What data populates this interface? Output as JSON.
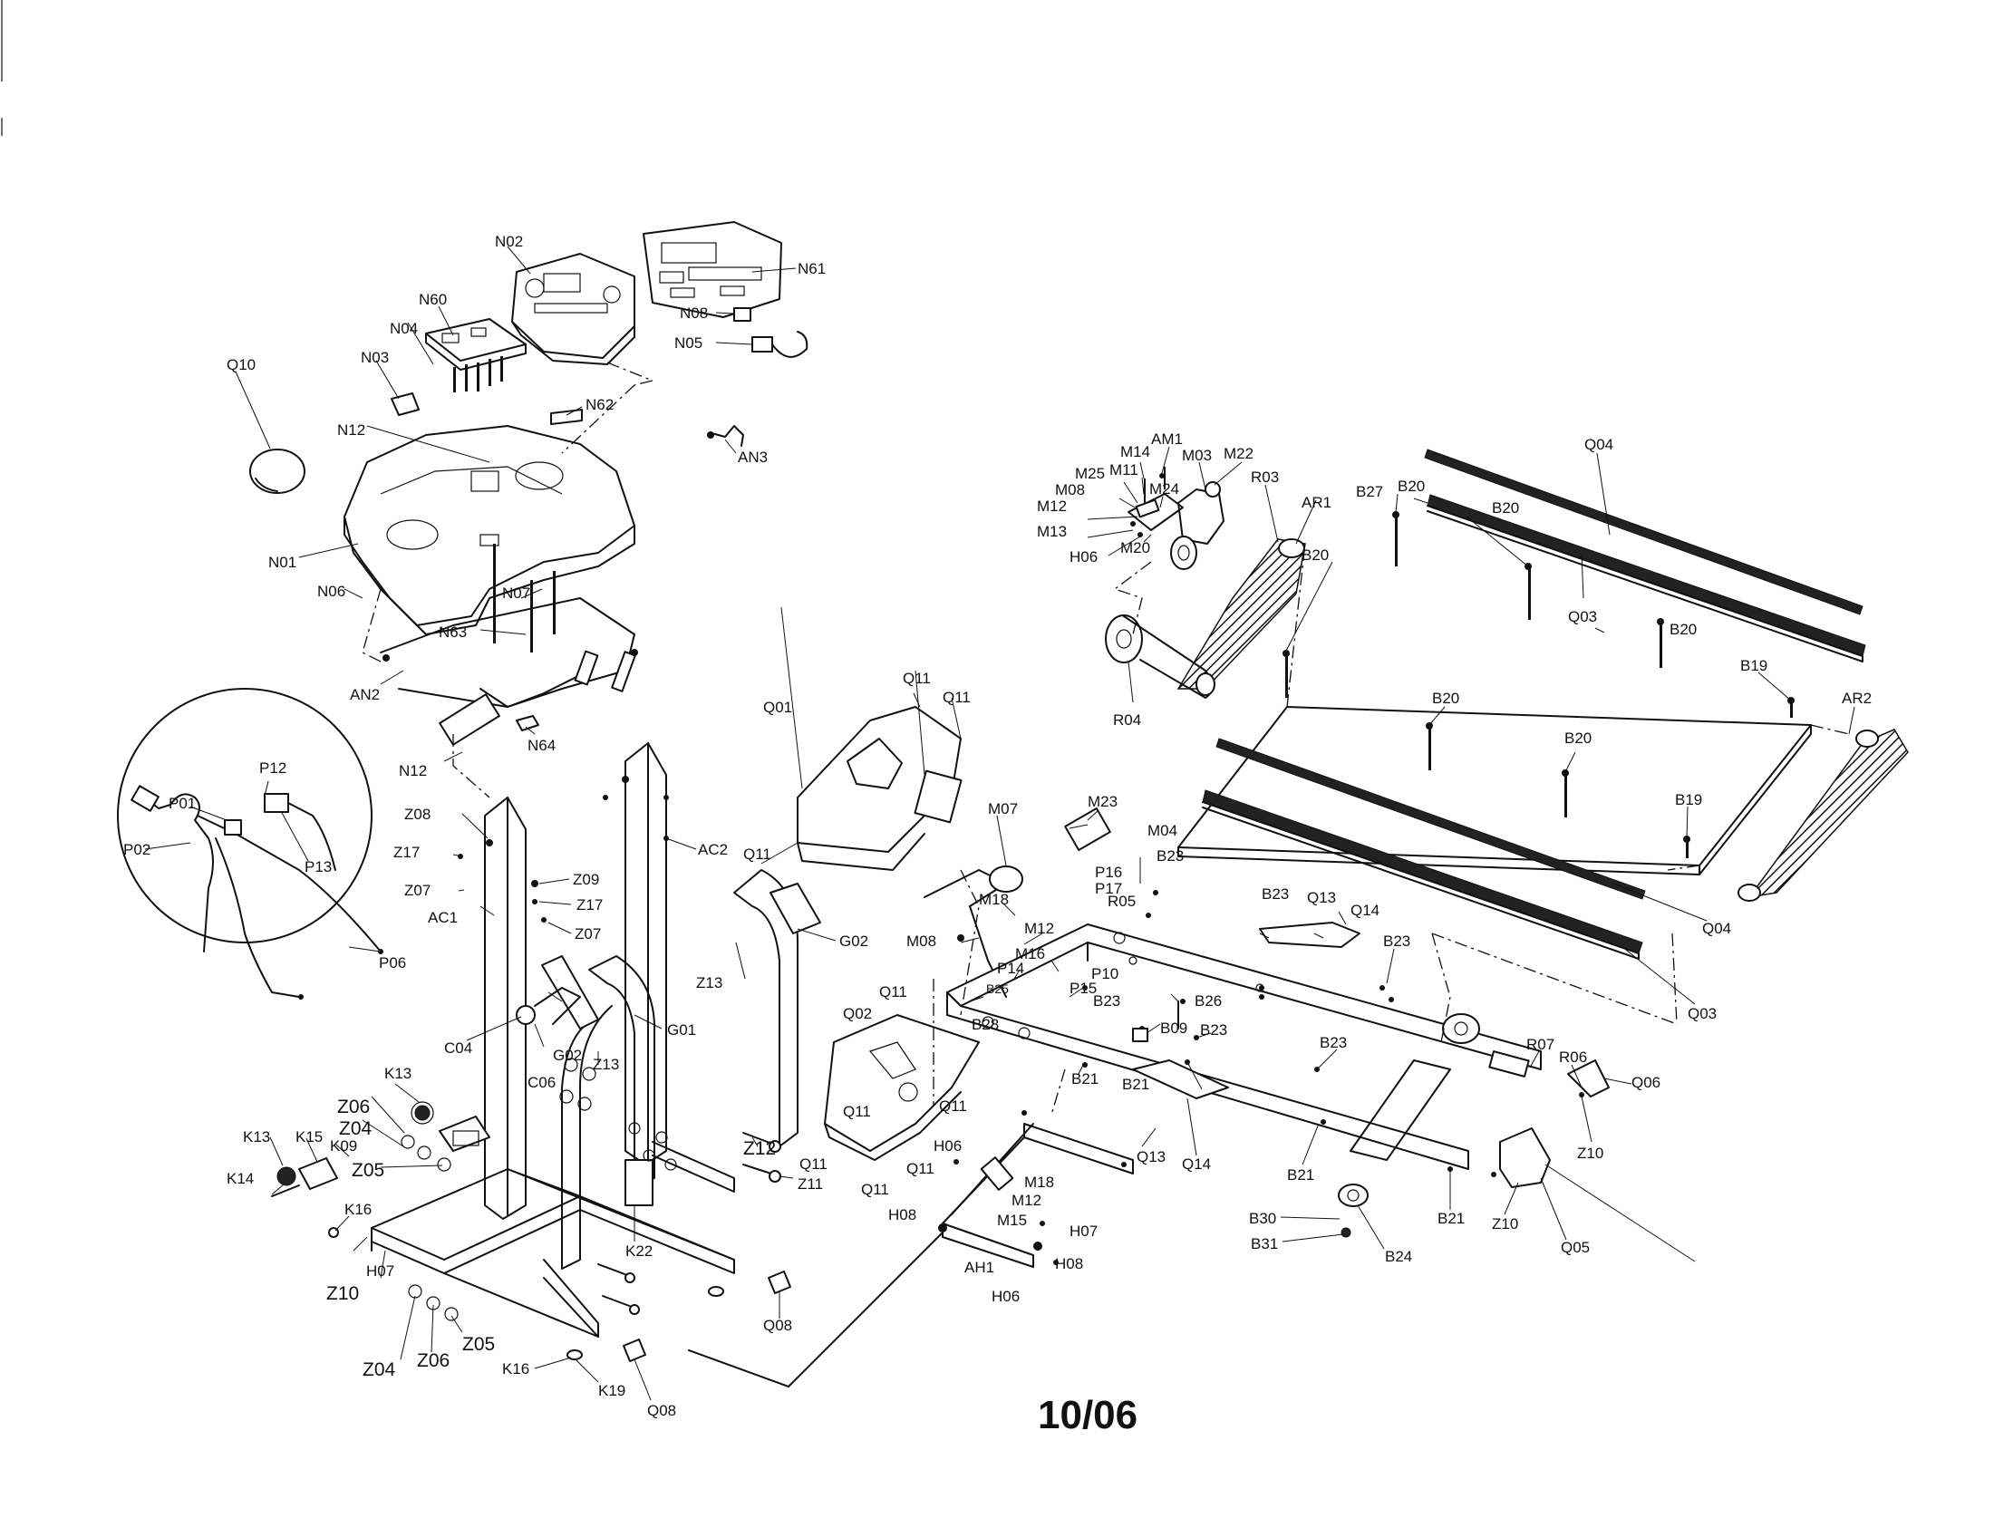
{
  "figure": {
    "footer_text": "10/06"
  },
  "labels": [
    {
      "id": "N02",
      "text": "N02"
    },
    {
      "id": "N61",
      "text": "N61"
    },
    {
      "id": "N60",
      "text": "N60"
    },
    {
      "id": "N04",
      "text": "N04"
    },
    {
      "id": "N03",
      "text": "N03"
    },
    {
      "id": "Q10",
      "text": "Q10"
    },
    {
      "id": "N12a",
      "text": "N12"
    },
    {
      "id": "N62",
      "text": "N62"
    },
    {
      "id": "N08",
      "text": "N08"
    },
    {
      "id": "N05",
      "text": "N05"
    },
    {
      "id": "AN3",
      "text": "AN3"
    },
    {
      "id": "N01",
      "text": "N01"
    },
    {
      "id": "N06",
      "text": "N06"
    },
    {
      "id": "N07",
      "text": "N07"
    },
    {
      "id": "N63",
      "text": "N63"
    },
    {
      "id": "AN2",
      "text": "AN2"
    },
    {
      "id": "N12b",
      "text": "N12"
    },
    {
      "id": "N64",
      "text": "N64"
    },
    {
      "id": "P12",
      "text": "P12"
    },
    {
      "id": "P01",
      "text": "P01"
    },
    {
      "id": "P02",
      "text": "P02"
    },
    {
      "id": "P13",
      "text": "P13"
    },
    {
      "id": "P06",
      "text": "P06"
    },
    {
      "id": "Z08",
      "text": "Z08"
    },
    {
      "id": "Z17a",
      "text": "Z17"
    },
    {
      "id": "Z07a",
      "text": "Z07"
    },
    {
      "id": "AC1",
      "text": "AC1"
    },
    {
      "id": "Z09",
      "text": "Z09"
    },
    {
      "id": "Z17b",
      "text": "Z17"
    },
    {
      "id": "Z07b",
      "text": "Z07"
    },
    {
      "id": "AC2",
      "text": "AC2"
    },
    {
      "id": "C04",
      "text": "C04"
    },
    {
      "id": "G02a",
      "text": "G02"
    },
    {
      "id": "C06",
      "text": "C06"
    },
    {
      "id": "Z13a",
      "text": "Z13"
    },
    {
      "id": "G01",
      "text": "G01"
    },
    {
      "id": "Z13b",
      "text": "Z13"
    },
    {
      "id": "G02b",
      "text": "G02"
    },
    {
      "id": "K13a",
      "text": "K13"
    },
    {
      "id": "Z06a",
      "text": "Z06"
    },
    {
      "id": "Z04a",
      "text": "Z04"
    },
    {
      "id": "K09",
      "text": "K09"
    },
    {
      "id": "K15",
      "text": "K15"
    },
    {
      "id": "K13b",
      "text": "K13"
    },
    {
      "id": "K14",
      "text": "K14"
    },
    {
      "id": "Z05a",
      "text": "Z05"
    },
    {
      "id": "K16a",
      "text": "K16"
    },
    {
      "id": "Z10a",
      "text": "Z10"
    },
    {
      "id": "H07a",
      "text": "H07"
    },
    {
      "id": "K22",
      "text": "K22"
    },
    {
      "id": "Z12",
      "text": "Z12"
    },
    {
      "id": "Z11",
      "text": "Z11"
    },
    {
      "id": "Q08a",
      "text": "Q08"
    },
    {
      "id": "Z04b",
      "text": "Z04"
    },
    {
      "id": "Z06b",
      "text": "Z06"
    },
    {
      "id": "Z05b",
      "text": "Z05"
    },
    {
      "id": "K16b",
      "text": "K16"
    },
    {
      "id": "K19",
      "text": "K19"
    },
    {
      "id": "Q08b",
      "text": "Q08"
    },
    {
      "id": "Q01",
      "text": "Q01"
    },
    {
      "id": "Q11a",
      "text": "Q11"
    },
    {
      "id": "Q11b",
      "text": "Q11"
    },
    {
      "id": "Q11c",
      "text": "Q11"
    },
    {
      "id": "M07",
      "text": "M07"
    },
    {
      "id": "M23",
      "text": "M23"
    },
    {
      "id": "M04",
      "text": "M04"
    },
    {
      "id": "P16",
      "text": "P16"
    },
    {
      "id": "P17",
      "text": "P17"
    },
    {
      "id": "B23a",
      "text": "B23"
    },
    {
      "id": "M18a",
      "text": "M18"
    },
    {
      "id": "R05",
      "text": "R05"
    },
    {
      "id": "M12a",
      "text": "M12"
    },
    {
      "id": "M08a",
      "text": "M08"
    },
    {
      "id": "M16",
      "text": "M16"
    },
    {
      "id": "P14",
      "text": "P14"
    },
    {
      "id": "P10",
      "text": "P10"
    },
    {
      "id": "B25",
      "text": "B25"
    },
    {
      "id": "P15",
      "text": "P15"
    },
    {
      "id": "B23b",
      "text": "B23"
    },
    {
      "id": "Q11d",
      "text": "Q11"
    },
    {
      "id": "Q02",
      "text": "Q02"
    },
    {
      "id": "B28",
      "text": "B28"
    },
    {
      "id": "B26",
      "text": "B26"
    },
    {
      "id": "B09",
      "text": "B09"
    },
    {
      "id": "B23c",
      "text": "B23"
    },
    {
      "id": "B21a",
      "text": "B21"
    },
    {
      "id": "B21b",
      "text": "B21"
    },
    {
      "id": "Q11e",
      "text": "Q11"
    },
    {
      "id": "Q11f",
      "text": "Q11"
    },
    {
      "id": "Q11g",
      "text": "Q11"
    },
    {
      "id": "H06a",
      "text": "H06"
    },
    {
      "id": "Q11h",
      "text": "Q11"
    },
    {
      "id": "Q11i",
      "text": "Q11"
    },
    {
      "id": "M18b",
      "text": "M18"
    },
    {
      "id": "M12b",
      "text": "M12"
    },
    {
      "id": "M15",
      "text": "M15"
    },
    {
      "id": "H08a",
      "text": "H08"
    },
    {
      "id": "H07b",
      "text": "H07"
    },
    {
      "id": "H08b",
      "text": "H08"
    },
    {
      "id": "AH1",
      "text": "AH1"
    },
    {
      "id": "H06b",
      "text": "H06"
    },
    {
      "id": "B23d",
      "text": "B23"
    },
    {
      "id": "Q13a",
      "text": "Q13"
    },
    {
      "id": "Q14a",
      "text": "Q14"
    },
    {
      "id": "B23e",
      "text": "B23"
    },
    {
      "id": "B23f",
      "text": "B23"
    },
    {
      "id": "Q13b",
      "text": "Q13"
    },
    {
      "id": "Q14b",
      "text": "Q14"
    },
    {
      "id": "B21c",
      "text": "B21"
    },
    {
      "id": "B30",
      "text": "B30"
    },
    {
      "id": "B31",
      "text": "B31"
    },
    {
      "id": "B24",
      "text": "B24"
    },
    {
      "id": "B21d",
      "text": "B21"
    },
    {
      "id": "R07",
      "text": "R07"
    },
    {
      "id": "R06",
      "text": "R06"
    },
    {
      "id": "Q06",
      "text": "Q06"
    },
    {
      "id": "Z10b",
      "text": "Z10"
    },
    {
      "id": "Z10c",
      "text": "Z10"
    },
    {
      "id": "Q05",
      "text": "Q05"
    },
    {
      "id": "Q03a",
      "text": "Q03"
    },
    {
      "id": "Q04a",
      "text": "Q04"
    },
    {
      "id": "B19a",
      "text": "B19"
    },
    {
      "id": "AR2",
      "text": "AR2"
    },
    {
      "id": "B20a",
      "text": "B20"
    },
    {
      "id": "B20b",
      "text": "B20"
    },
    {
      "id": "B20c",
      "text": "B20"
    },
    {
      "id": "B19b",
      "text": "B19"
    },
    {
      "id": "Q04b",
      "text": "Q04"
    },
    {
      "id": "Q03b",
      "text": "Q03"
    },
    {
      "id": "B27",
      "text": "B27"
    },
    {
      "id": "B20d",
      "text": "B20"
    },
    {
      "id": "B20e",
      "text": "B20"
    },
    {
      "id": "B20f",
      "text": "B20"
    },
    {
      "id": "R03",
      "text": "R03"
    },
    {
      "id": "AR1",
      "text": "AR1"
    },
    {
      "id": "R04",
      "text": "R04"
    },
    {
      "id": "AM1",
      "text": "AM1"
    },
    {
      "id": "M14",
      "text": "M14"
    },
    {
      "id": "M03",
      "text": "M03"
    },
    {
      "id": "M22",
      "text": "M22"
    },
    {
      "id": "M25",
      "text": "M25"
    },
    {
      "id": "M11",
      "text": "M11"
    },
    {
      "id": "M08b",
      "text": "M08"
    },
    {
      "id": "M24",
      "text": "M24"
    },
    {
      "id": "M12c",
      "text": "M12"
    },
    {
      "id": "M13",
      "text": "M13"
    },
    {
      "id": "H06c",
      "text": "H06"
    },
    {
      "id": "M20",
      "text": "M20"
    }
  ]
}
